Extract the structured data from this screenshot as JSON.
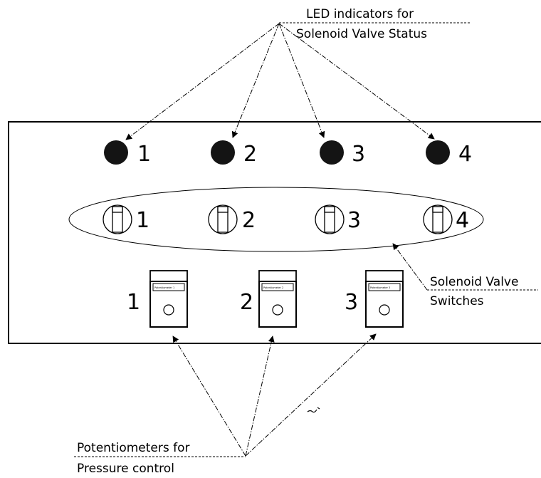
{
  "callouts": {
    "led_line1": "LED indicators for",
    "led_line2": "Solenoid Valve Status",
    "switch_line1": "Solenoid Valve",
    "switch_line2": "Switches",
    "pot_line1": "Potentiometers for",
    "pot_line2": "Pressure control"
  },
  "leds": [
    {
      "label": "1",
      "state": "dark"
    },
    {
      "label": "2",
      "state": "dark"
    },
    {
      "label": "3",
      "state": "dark"
    },
    {
      "label": "4",
      "state": "dark"
    }
  ],
  "switches": [
    {
      "label": "1"
    },
    {
      "label": "2"
    },
    {
      "label": "3"
    },
    {
      "label": "4"
    }
  ],
  "potentiometers": [
    {
      "label": "1",
      "plate": "Potentiometer 1"
    },
    {
      "label": "2",
      "plate": "Potentiometer 2"
    },
    {
      "label": "3",
      "plate": "Potentiometer 3"
    }
  ],
  "colors": {
    "led_dark": "#141414",
    "line": "#000000",
    "background": "#ffffff"
  }
}
